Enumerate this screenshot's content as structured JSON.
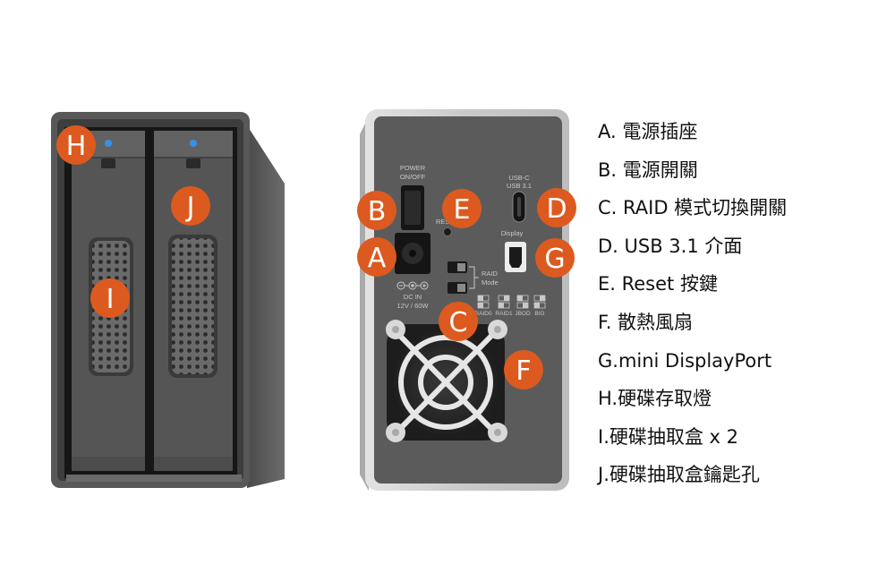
{
  "callouts": [
    {
      "letter": "H",
      "part": "front"
    },
    {
      "letter": "J",
      "part": "front"
    },
    {
      "letter": "I",
      "part": "front"
    },
    {
      "letter": "B",
      "part": "back"
    },
    {
      "letter": "E",
      "part": "back"
    },
    {
      "letter": "D",
      "part": "back"
    },
    {
      "letter": "A",
      "part": "back"
    },
    {
      "letter": "G",
      "part": "back"
    },
    {
      "letter": "C",
      "part": "back"
    },
    {
      "letter": "F",
      "part": "back"
    }
  ],
  "back_panel": {
    "power_label_1": "POWER",
    "power_label_2": "ON/OFF",
    "reset_label": "RESET",
    "usbc_label_1": "USB-C",
    "usbc_label_2": "USB 3.1",
    "display_label": "Display",
    "raid_label_1": "RAID",
    "raid_label_2": "Mode",
    "dcin_label_1": "DC IN",
    "dcin_label_2": "12V / 60W",
    "mode_labels": [
      "RAID0",
      "RAID1",
      "JBOD",
      "BIG"
    ]
  },
  "legend": [
    "A. 電源插座",
    "B. 電源開關",
    "C. RAID 模式切換開關",
    "D. USB 3.1 介面",
    "E. Reset 按鍵",
    "F. 散熱風扇",
    "G.mini DisplayPort",
    "H.硬碟存取燈",
    "I.硬碟抽取盒 x 2",
    "J.硬碟抽取盒鑰匙孔"
  ],
  "colors": {
    "badge": "#dc5a1f",
    "led": "#3a8fe8",
    "front_body": "#505050",
    "back_frame": "#c8c8c8",
    "back_panel": "#5b5b5b"
  }
}
